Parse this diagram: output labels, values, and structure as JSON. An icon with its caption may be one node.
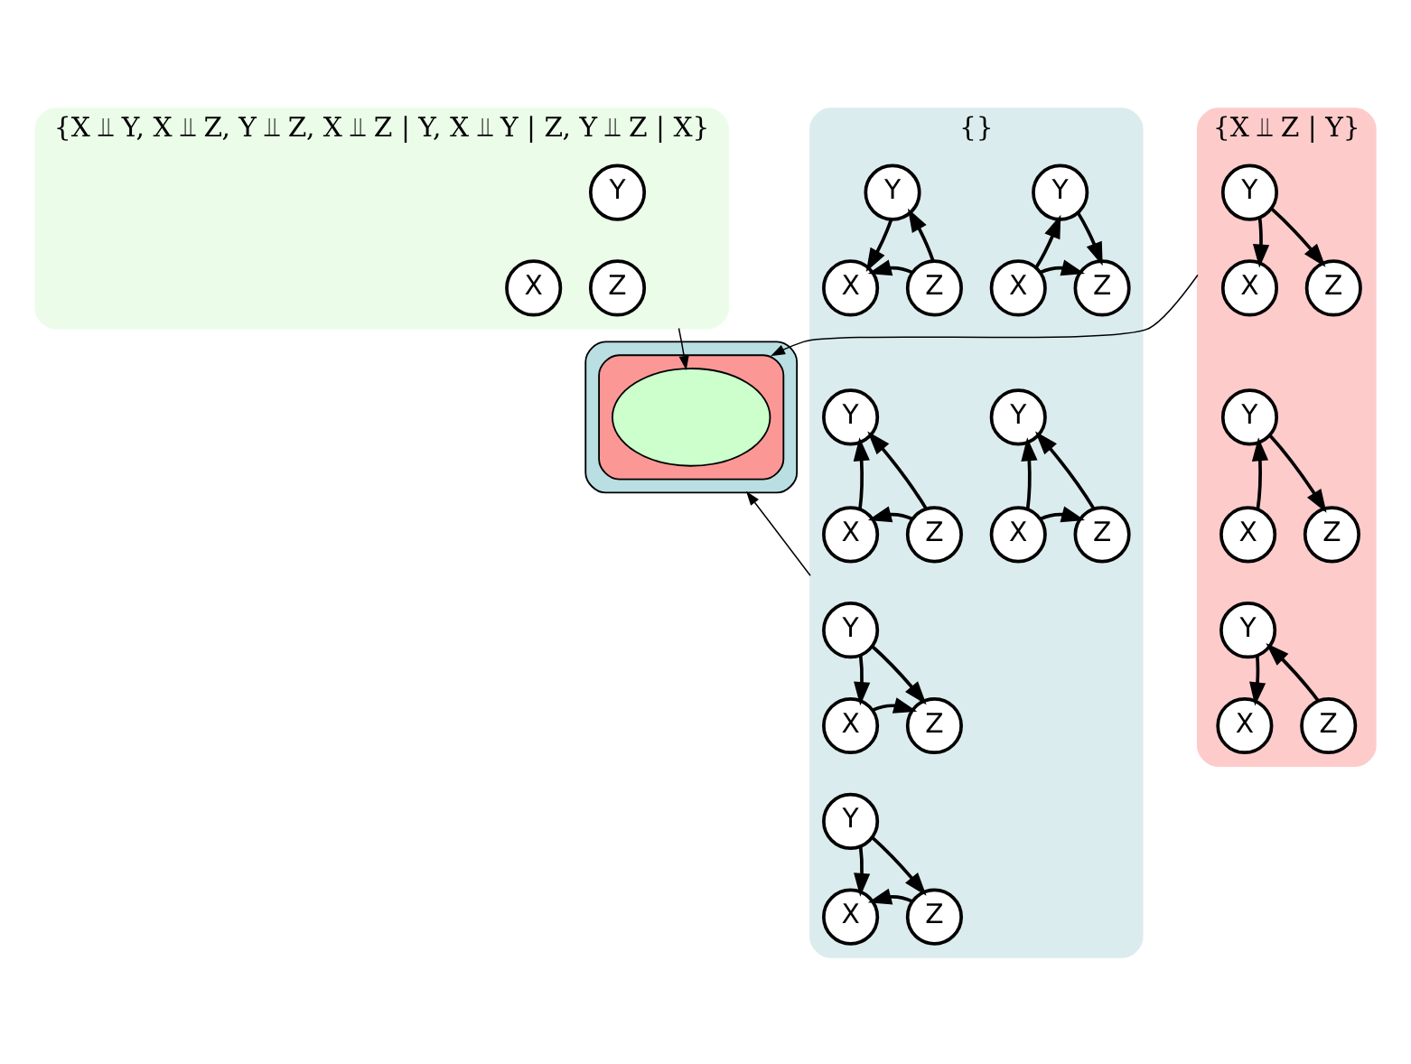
{
  "diagram": {
    "nodes": [
      {
        "text": [
          "{X ⫫ Y, X ⫫ Z, Y ⫫ Z, X ⫫ Z | Y, X ⫫ Y | Z, Y ⫫ Z | X}"
        ]
      },
      {
        "text": [
          "Y"
        ],
        "in": 0
      },
      {
        "text": [
          "X"
        ],
        "in": 0
      },
      {
        "text": [
          "Z"
        ],
        "in": 0
      },
      {
        "text": [
          "{X ⫫ Z | Y}"
        ]
      },
      {
        "text": [
          "Y"
        ],
        "in": 4
      },
      {
        "text": [
          "X"
        ],
        "in": 4
      },
      {
        "text": [
          "Z"
        ],
        "in": 4
      },
      {
        "text": [
          "Y"
        ],
        "in": 4
      },
      {
        "text": [
          "X"
        ],
        "in": 4
      },
      {
        "text": [
          "Z"
        ],
        "in": 4
      },
      {
        "text": [
          "Y"
        ],
        "in": 4
      },
      {
        "text": [
          "X"
        ],
        "in": 4
      },
      {
        "text": [
          "Z"
        ],
        "in": 4
      },
      {
        "text": [],
        "shape": "cloud"
      },
      {
        "text": [],
        "shape": "cloud",
        "in": 14
      },
      {
        "text": [],
        "shape": "cloud",
        "in": 15
      },
      {
        "text": [
          "{}"
        ]
      },
      {
        "text": [
          "Y"
        ],
        "in": 17
      },
      {
        "text": [
          "X"
        ],
        "in": 17
      },
      {
        "text": [
          "Z"
        ],
        "in": 17
      },
      {
        "text": [
          "Y"
        ],
        "in": 17
      },
      {
        "text": [
          "X"
        ],
        "in": 17
      },
      {
        "text": [
          "Z"
        ],
        "in": 17
      },
      {
        "text": [
          "Y"
        ],
        "in": 17
      },
      {
        "text": [
          "X"
        ],
        "in": 17
      },
      {
        "text": [
          "Z"
        ],
        "in": 17
      },
      {
        "text": [
          "Y"
        ],
        "in": 17
      },
      {
        "text": [
          "X"
        ],
        "in": 17
      },
      {
        "text": [
          "Z"
        ],
        "in": 17
      },
      {
        "text": [
          "Y"
        ],
        "in": 17
      },
      {
        "text": [
          "X"
        ],
        "in": 17
      },
      {
        "text": [
          "Z"
        ],
        "in": 17
      },
      {
        "text": [
          "Y"
        ],
        "in": 17
      },
      {
        "text": [
          "X"
        ],
        "in": 17
      },
      {
        "text": [
          "Z"
        ],
        "in": 17
      }
    ],
    "edges": [
      {
        "from": 0,
        "to": 16,
        "arrow": "to"
      },
      {
        "from": 4,
        "to": 15,
        "arrow": "to"
      },
      {
        "from": 17,
        "to": 14,
        "arrow": "to"
      },
      {
        "from": 5,
        "to": 6,
        "arrow": "to"
      },
      {
        "from": 5,
        "to": 7,
        "arrow": "to"
      },
      {
        "from": 9,
        "to": 8,
        "arrow": "to"
      },
      {
        "from": 8,
        "to": 10,
        "arrow": "to"
      },
      {
        "from": 11,
        "to": 12,
        "arrow": "to"
      },
      {
        "from": 13,
        "to": 11,
        "arrow": "to"
      },
      {
        "from": 18,
        "to": 19,
        "arrow": "to"
      },
      {
        "from": 18,
        "to": 20,
        "arrow": "to"
      },
      {
        "from": 19,
        "to": 20,
        "arrow": "to"
      },
      {
        "from": 22,
        "to": 21,
        "arrow": "to"
      },
      {
        "from": 21,
        "to": 23,
        "arrow": "to"
      },
      {
        "from": 22,
        "to": 23,
        "arrow": "to"
      },
      {
        "from": 24,
        "to": 25,
        "arrow": "to"
      },
      {
        "from": 26,
        "to": 24,
        "arrow": "to"
      },
      {
        "from": 26,
        "to": 25,
        "arrow": "to"
      },
      {
        "from": 27,
        "to": 28,
        "arrow": "to"
      },
      {
        "from": 27,
        "to": 29,
        "arrow": "to"
      },
      {
        "from": 29,
        "to": 28,
        "arrow": "to"
      },
      {
        "from": 31,
        "to": 30,
        "arrow": "to"
      },
      {
        "from": 32,
        "to": 30,
        "arrow": "to"
      },
      {
        "from": 31,
        "to": 32,
        "arrow": "to"
      },
      {
        "from": 34,
        "to": 33,
        "arrow": "to"
      },
      {
        "from": 35,
        "to": 33,
        "arrow": "to"
      },
      {
        "from": 35,
        "to": 34,
        "arrow": "to"
      }
    ]
  }
}
